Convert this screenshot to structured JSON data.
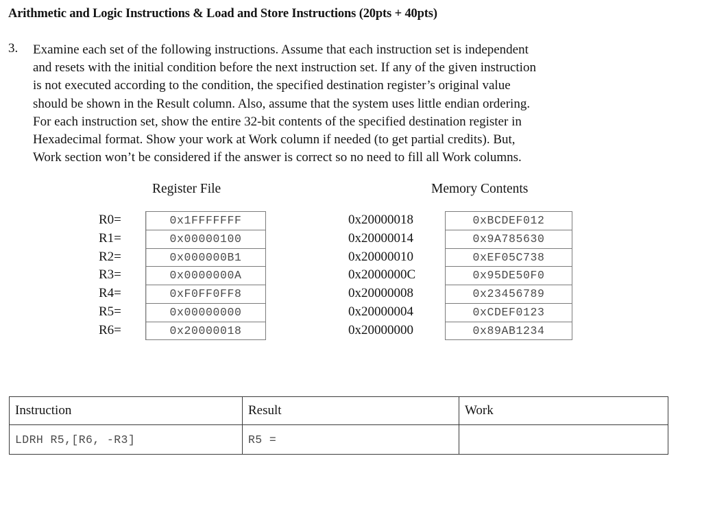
{
  "document": {
    "title": "Arithmetic and Logic Instructions & Load and Store Instructions (20pts + 40pts)"
  },
  "question": {
    "number": "3.",
    "lines": [
      "Examine each set of the following instructions. Assume that each instruction set is independent",
      "and resets with the initial condition before the next instruction set. If any of the given instruction",
      "is not executed according to the condition, the specified destination register’s original value",
      "should be shown in the Result column. Also, assume that the system uses little endian ordering.",
      "For each instruction set, show the entire 32-bit contents of the specified destination register in",
      "Hexadecimal format. Show your work at Work column if needed (to get partial credits). But,",
      "Work section won’t be considered if the answer is correct so no need to fill all Work columns."
    ]
  },
  "register_file": {
    "heading": "Register File",
    "rows": [
      {
        "label": "R0=",
        "value": "0x1FFFFFFF"
      },
      {
        "label": "R1=",
        "value": "0x00000100"
      },
      {
        "label": "R2=",
        "value": "0x000000B1"
      },
      {
        "label": "R3=",
        "value": "0x0000000A"
      },
      {
        "label": "R4=",
        "value": "0xF0FF0FF8"
      },
      {
        "label": "R5=",
        "value": "0x00000000"
      },
      {
        "label": "R6=",
        "value": "0x20000018"
      }
    ]
  },
  "memory_contents": {
    "heading": "Memory Contents",
    "rows": [
      {
        "address": "0x20000018",
        "value": "0xBCDEF012"
      },
      {
        "address": "0x20000014",
        "value": "0x9A785630"
      },
      {
        "address": "0x20000010",
        "value": "0xEF05C738"
      },
      {
        "address": "0x2000000C",
        "value": "0x95DE50F0"
      },
      {
        "address": "0x20000008",
        "value": "0x23456789"
      },
      {
        "address": "0x20000004",
        "value": "0xCDEF0123"
      },
      {
        "address": "0x20000000",
        "value": "0x89AB1234"
      }
    ]
  },
  "answer_table": {
    "headers": [
      "Instruction",
      "Result",
      "Work"
    ],
    "rows": [
      {
        "instruction": "LDRH R5,[R6, -R3]",
        "result": "R5 =",
        "work": ""
      }
    ]
  }
}
